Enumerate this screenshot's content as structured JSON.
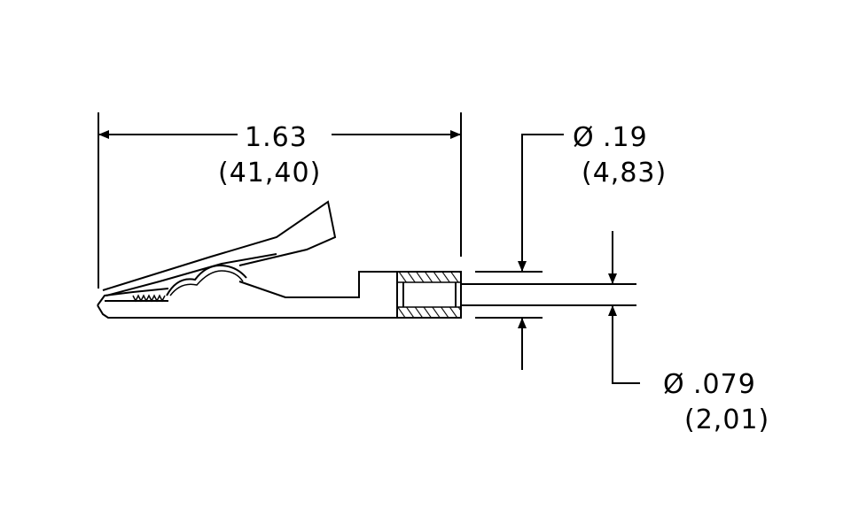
{
  "drawing": {
    "part": "alligator-clip",
    "length": {
      "inch": "1.63",
      "mm": "(41,40)"
    },
    "body_diameter": {
      "symbol": "Ø",
      "inch": ".19",
      "mm": "(4,83)"
    },
    "wire_diameter": {
      "symbol": "Ø",
      "inch": ".079",
      "mm": "(2,01)"
    },
    "line_color": "#000000",
    "background": "#ffffff"
  }
}
